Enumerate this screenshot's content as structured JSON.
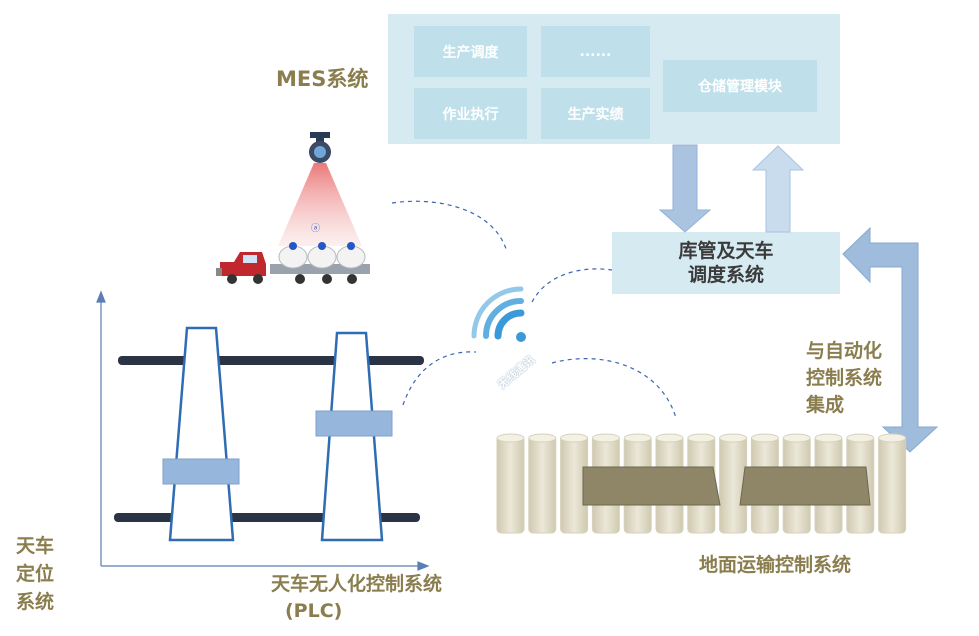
{
  "mes": {
    "title": "MES系统",
    "cells": [
      "生产调度",
      "......",
      "作业执行",
      "生产实绩",
      "仓储管理模块"
    ]
  },
  "dispatch_system": {
    "line1": "库管及天车",
    "line2": "调度系统"
  },
  "integration": {
    "line1": "与自动化",
    "line2": "控制系统",
    "line3": "集成"
  },
  "wireless_label": "无线通讯",
  "ground_label": "地面运输控制系统",
  "crane_positioning": {
    "line1": "天车",
    "line2": "定位",
    "line3": "系统"
  },
  "plc": {
    "line1": "天车无人化控制系统",
    "line2": "(PLC)"
  },
  "colors": {
    "olive_text": "#8a7d4e",
    "panel_bg": "#d6eaf1",
    "cell_bg": "#bfe0ea",
    "arrow": "#9fbcdc",
    "wifi": "#3a9ad9"
  }
}
